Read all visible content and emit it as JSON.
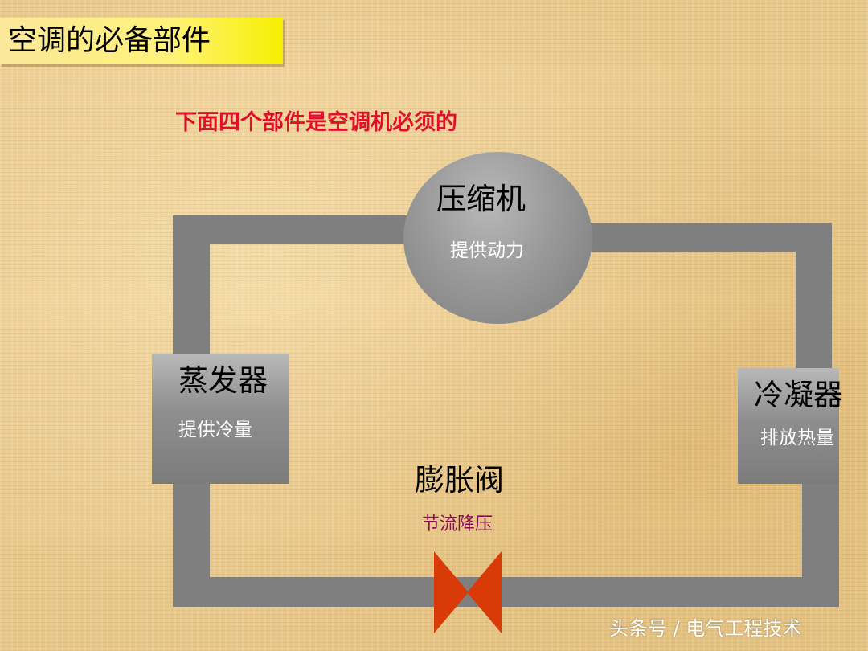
{
  "slide": {
    "title": "空调的必备部件",
    "subtitle": "下面四个部件是空调机必须的"
  },
  "components": {
    "compressor": {
      "name": "压缩机",
      "function": "提供动力"
    },
    "evaporator": {
      "name": "蒸发器",
      "function": "提供冷量"
    },
    "condenser": {
      "name": "冷凝器",
      "function": "排放热量"
    },
    "expansion_valve": {
      "name": "膨胀阀",
      "function": "节流降压"
    }
  },
  "colors": {
    "pipe": "#7f7f7f",
    "valve": "#d83a08",
    "subtitle": "#e0102a",
    "valve_function": "#8a1050",
    "title_bar": "#fff27a"
  },
  "watermark": "头条号 / 电气工程技术"
}
